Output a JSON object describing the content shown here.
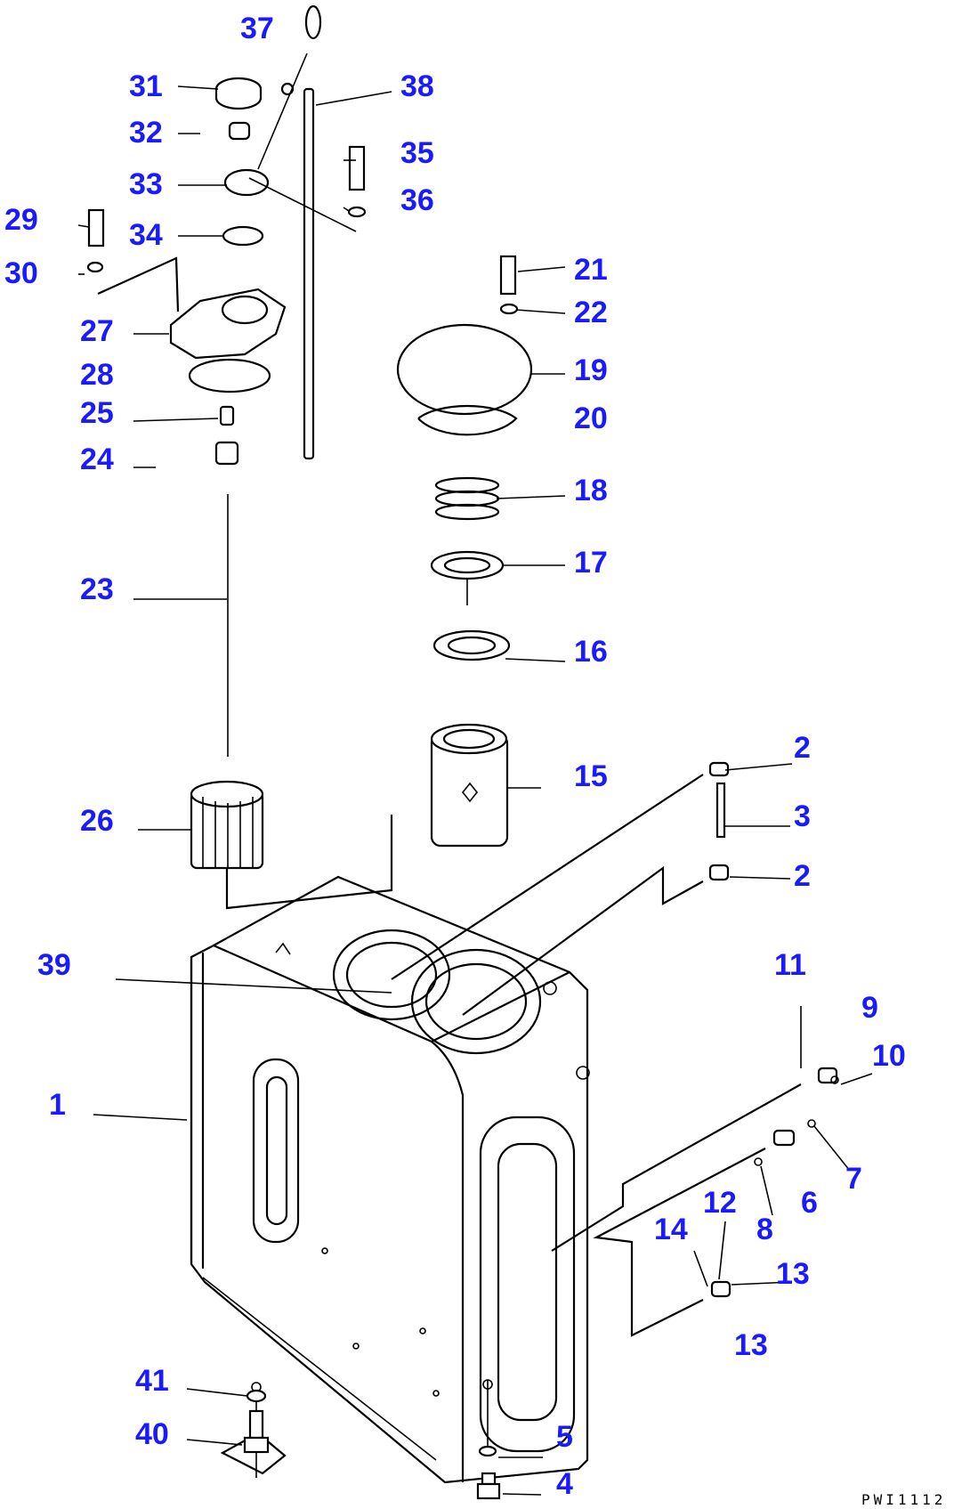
{
  "colors": {
    "label": "#1a1aff",
    "line": "#000000",
    "background": "#ffffff"
  },
  "diagram": {
    "drawing_code": "PWI1112",
    "part_labels": [
      "1",
      "2",
      "2",
      "3",
      "4",
      "5",
      "6",
      "7",
      "8",
      "9",
      "10",
      "11",
      "12",
      "13",
      "13",
      "14",
      "15",
      "16",
      "17",
      "18",
      "19",
      "20",
      "21",
      "22",
      "23",
      "24",
      "25",
      "26",
      "27",
      "28",
      "29",
      "30",
      "31",
      "32",
      "33",
      "34",
      "35",
      "36",
      "37",
      "38",
      "39",
      "40",
      "41"
    ]
  }
}
